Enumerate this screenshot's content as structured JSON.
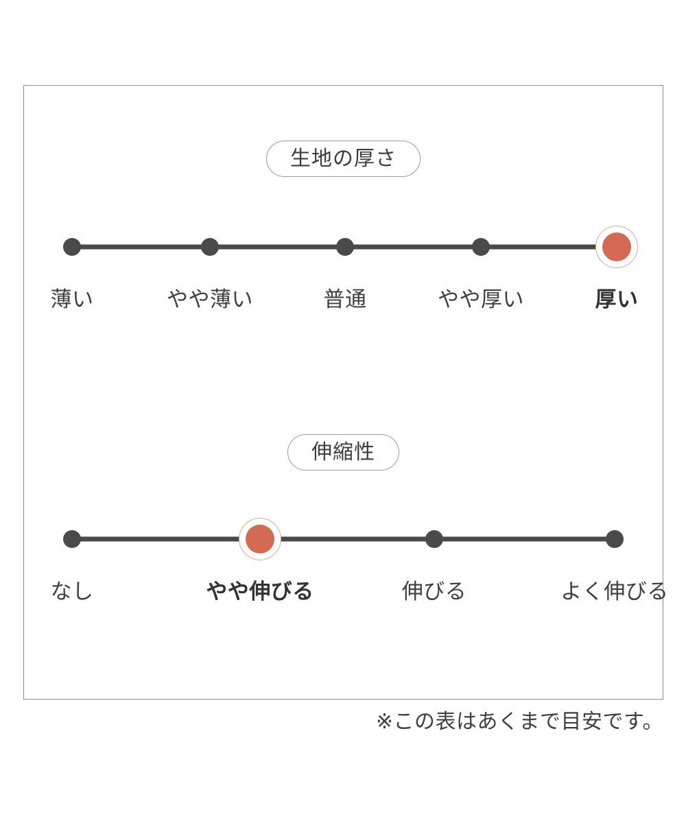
{
  "panel": {
    "sections": [
      {
        "name": "fabric-thickness",
        "title": "生地の厚さ",
        "points": [
          {
            "label": "薄い",
            "selected": false
          },
          {
            "label": "やや薄い",
            "selected": false
          },
          {
            "label": "普通",
            "selected": false
          },
          {
            "label": "やや厚い",
            "selected": false
          },
          {
            "label": "厚い",
            "selected": true
          }
        ]
      },
      {
        "name": "stretchiness",
        "title": "伸縮性",
        "points": [
          {
            "label": "なし",
            "selected": false
          },
          {
            "label": "やや伸びる",
            "selected": true
          },
          {
            "label": "伸びる",
            "selected": false
          },
          {
            "label": "よく伸びる",
            "selected": false
          }
        ]
      }
    ]
  },
  "note": "※この表はあくまで目安です。",
  "colors": {
    "accent": "#d46a51",
    "accent_ring": "#dba58f",
    "track": "#4a4a4a",
    "border": "#8a8a8a",
    "text": "#3f3f3f"
  },
  "chart_data": {
    "type": "scatter",
    "title": "",
    "charts": [
      {
        "title": "生地の厚さ",
        "categories": [
          "薄い",
          "やや薄い",
          "普通",
          "やや厚い",
          "厚い"
        ],
        "values": [
          0,
          0,
          0,
          0,
          1
        ],
        "selected_index": 4,
        "selected_label": "厚い"
      },
      {
        "title": "伸縮性",
        "categories": [
          "なし",
          "やや伸びる",
          "伸びる",
          "よく伸びる"
        ],
        "values": [
          0,
          1,
          0,
          0
        ],
        "selected_index": 1,
        "selected_label": "やや伸びる"
      }
    ]
  }
}
